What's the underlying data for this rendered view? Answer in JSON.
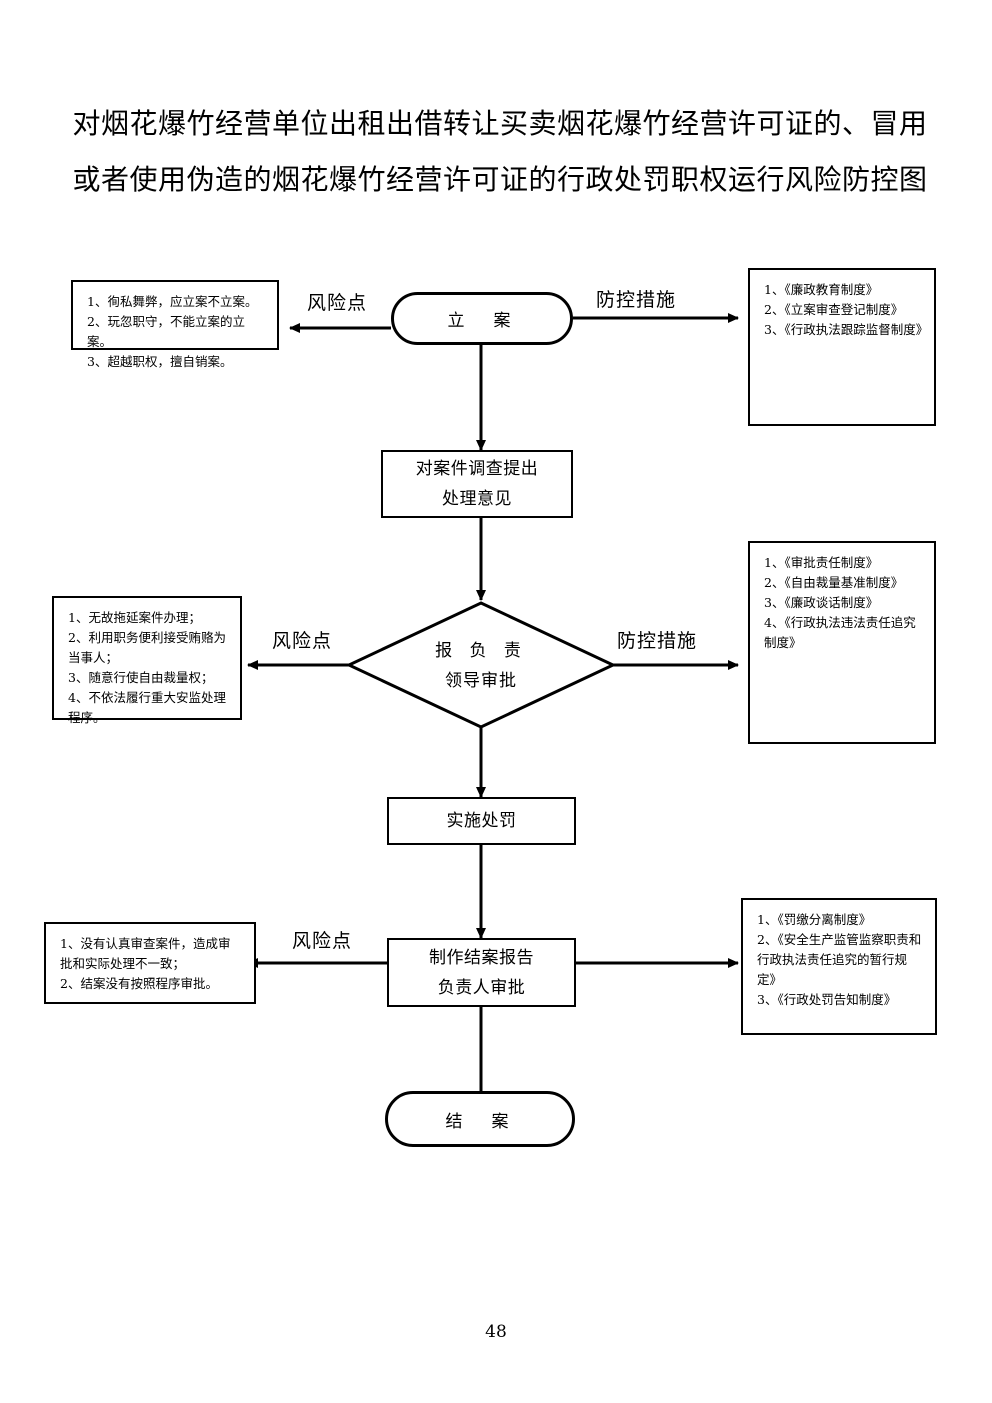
{
  "page": {
    "number": "48",
    "title_lines": [
      "对烟花爆竹经营单位出租出借转让买卖烟花爆竹经营许可证的、冒用",
      "或者使用伪造的烟花爆竹经营许可证的行政处罚职权运行风险防控图"
    ]
  },
  "flow": {
    "start": "立　案",
    "step_investigate_l1": "对案件调查提出",
    "step_investigate_l2": "处理意见",
    "decision_l1": "报 负 责",
    "decision_l2": "领导审批",
    "step_penalty": "实施处罚",
    "step_report_l1": "制作结案报告",
    "step_report_l2": "负责人审批",
    "end": "结　案"
  },
  "edge_labels": {
    "risk": "风险点",
    "measure": "防控措施"
  },
  "risks": {
    "filing": [
      "1、徇私舞弊，应立案不立案。",
      "2、玩忽职守，不能立案的立案。",
      "3、超越职权，擅自销案。"
    ],
    "approval": [
      "1、无故拖延案件办理；",
      "2、利用职务便利接受贿赂为当事人；",
      "3、随意行使自由裁量权；",
      "4、不依法履行重大安监处理程序。"
    ],
    "closing": [
      "1、没有认真审查案件，造成审批和实际处理不一致；",
      "2、结案没有按照程序审批。"
    ]
  },
  "measures": {
    "filing": [
      "1、《廉政教育制度》",
      "2、《立案审查登记制度》",
      "3、《行政执法跟踪监督制度》"
    ],
    "approval": [
      "1、《审批责任制度》",
      "2、《自由裁量基准制度》",
      "3、《廉政谈话制度》",
      "4、《行政执法违法责任追究制度》"
    ],
    "closing": [
      "1、《罚缴分离制度》",
      "2、《安全生产监管监察职责和行政执法责任追究的暂行规定》",
      "3、《行政处罚告知制度》"
    ]
  }
}
